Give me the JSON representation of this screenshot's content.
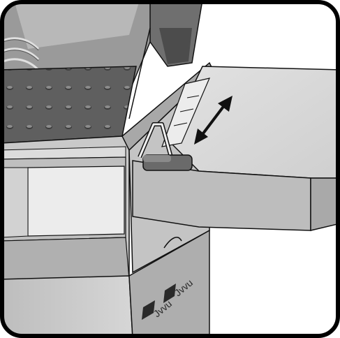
{
  "illustration": {
    "kind": "grill-side-shelf-adjustment-diagram",
    "colors": {
      "outline": "#111111",
      "metal_light": "#d8d8d8",
      "metal_mid": "#b5b5b5",
      "metal_dark": "#7a7a7a",
      "grate": "#6e6e6e",
      "background": "#ffffff"
    },
    "icons": [
      "double-headed-arrow-icon",
      "adjustment-lever-icon"
    ],
    "cabinet_lettering": [
      "Jvvu",
      "Jvvu"
    ]
  }
}
